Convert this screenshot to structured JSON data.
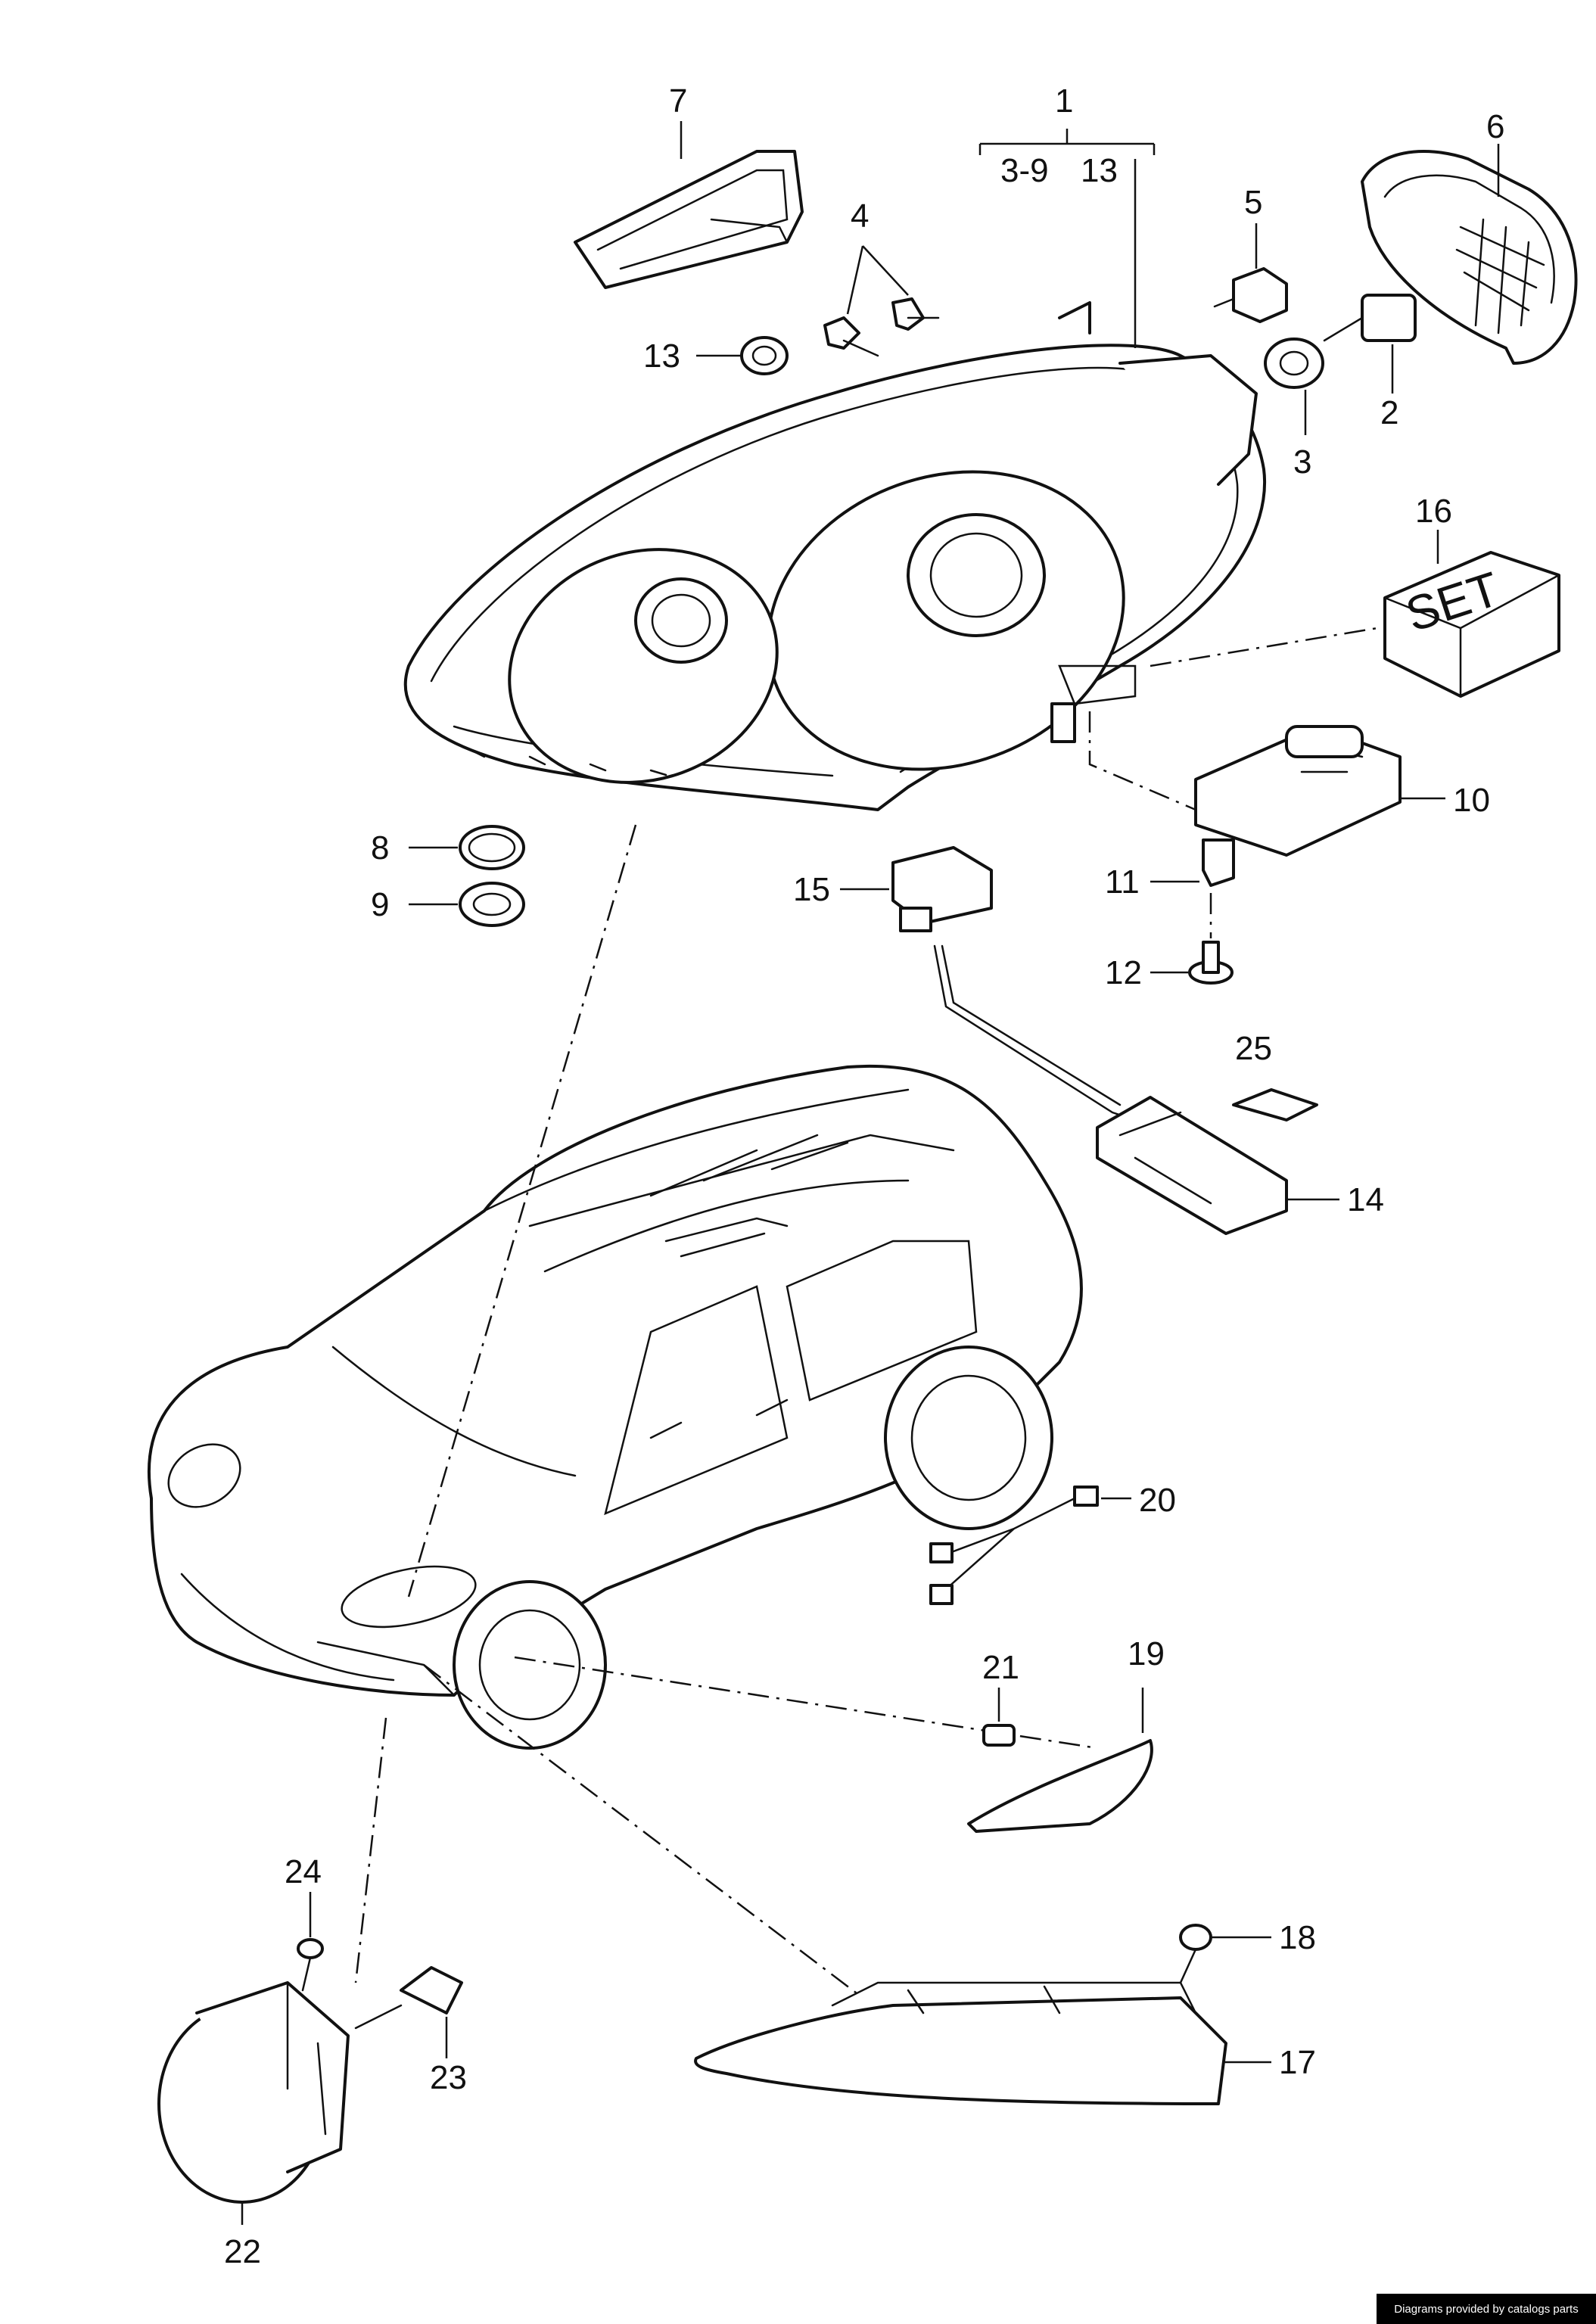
{
  "diagram": {
    "callouts": {
      "c1": "1",
      "c39": "3-9",
      "c13top": "13",
      "c2": "2",
      "c3": "3",
      "c4": "4",
      "c5": "5",
      "c6": "6",
      "c7": "7",
      "c8": "8",
      "c9": "9",
      "c10": "10",
      "c11": "11",
      "c12": "12",
      "c13": "13",
      "c14": "14",
      "c15": "15",
      "c16": "16",
      "c17": "17",
      "c18": "18",
      "c19": "19",
      "c20": "20",
      "c21": "21",
      "c22": "22",
      "c23": "23",
      "c24": "24",
      "c25": "25"
    },
    "set_label": "SET"
  },
  "footer": {
    "credit": "Diagrams provided by catalogs parts"
  }
}
